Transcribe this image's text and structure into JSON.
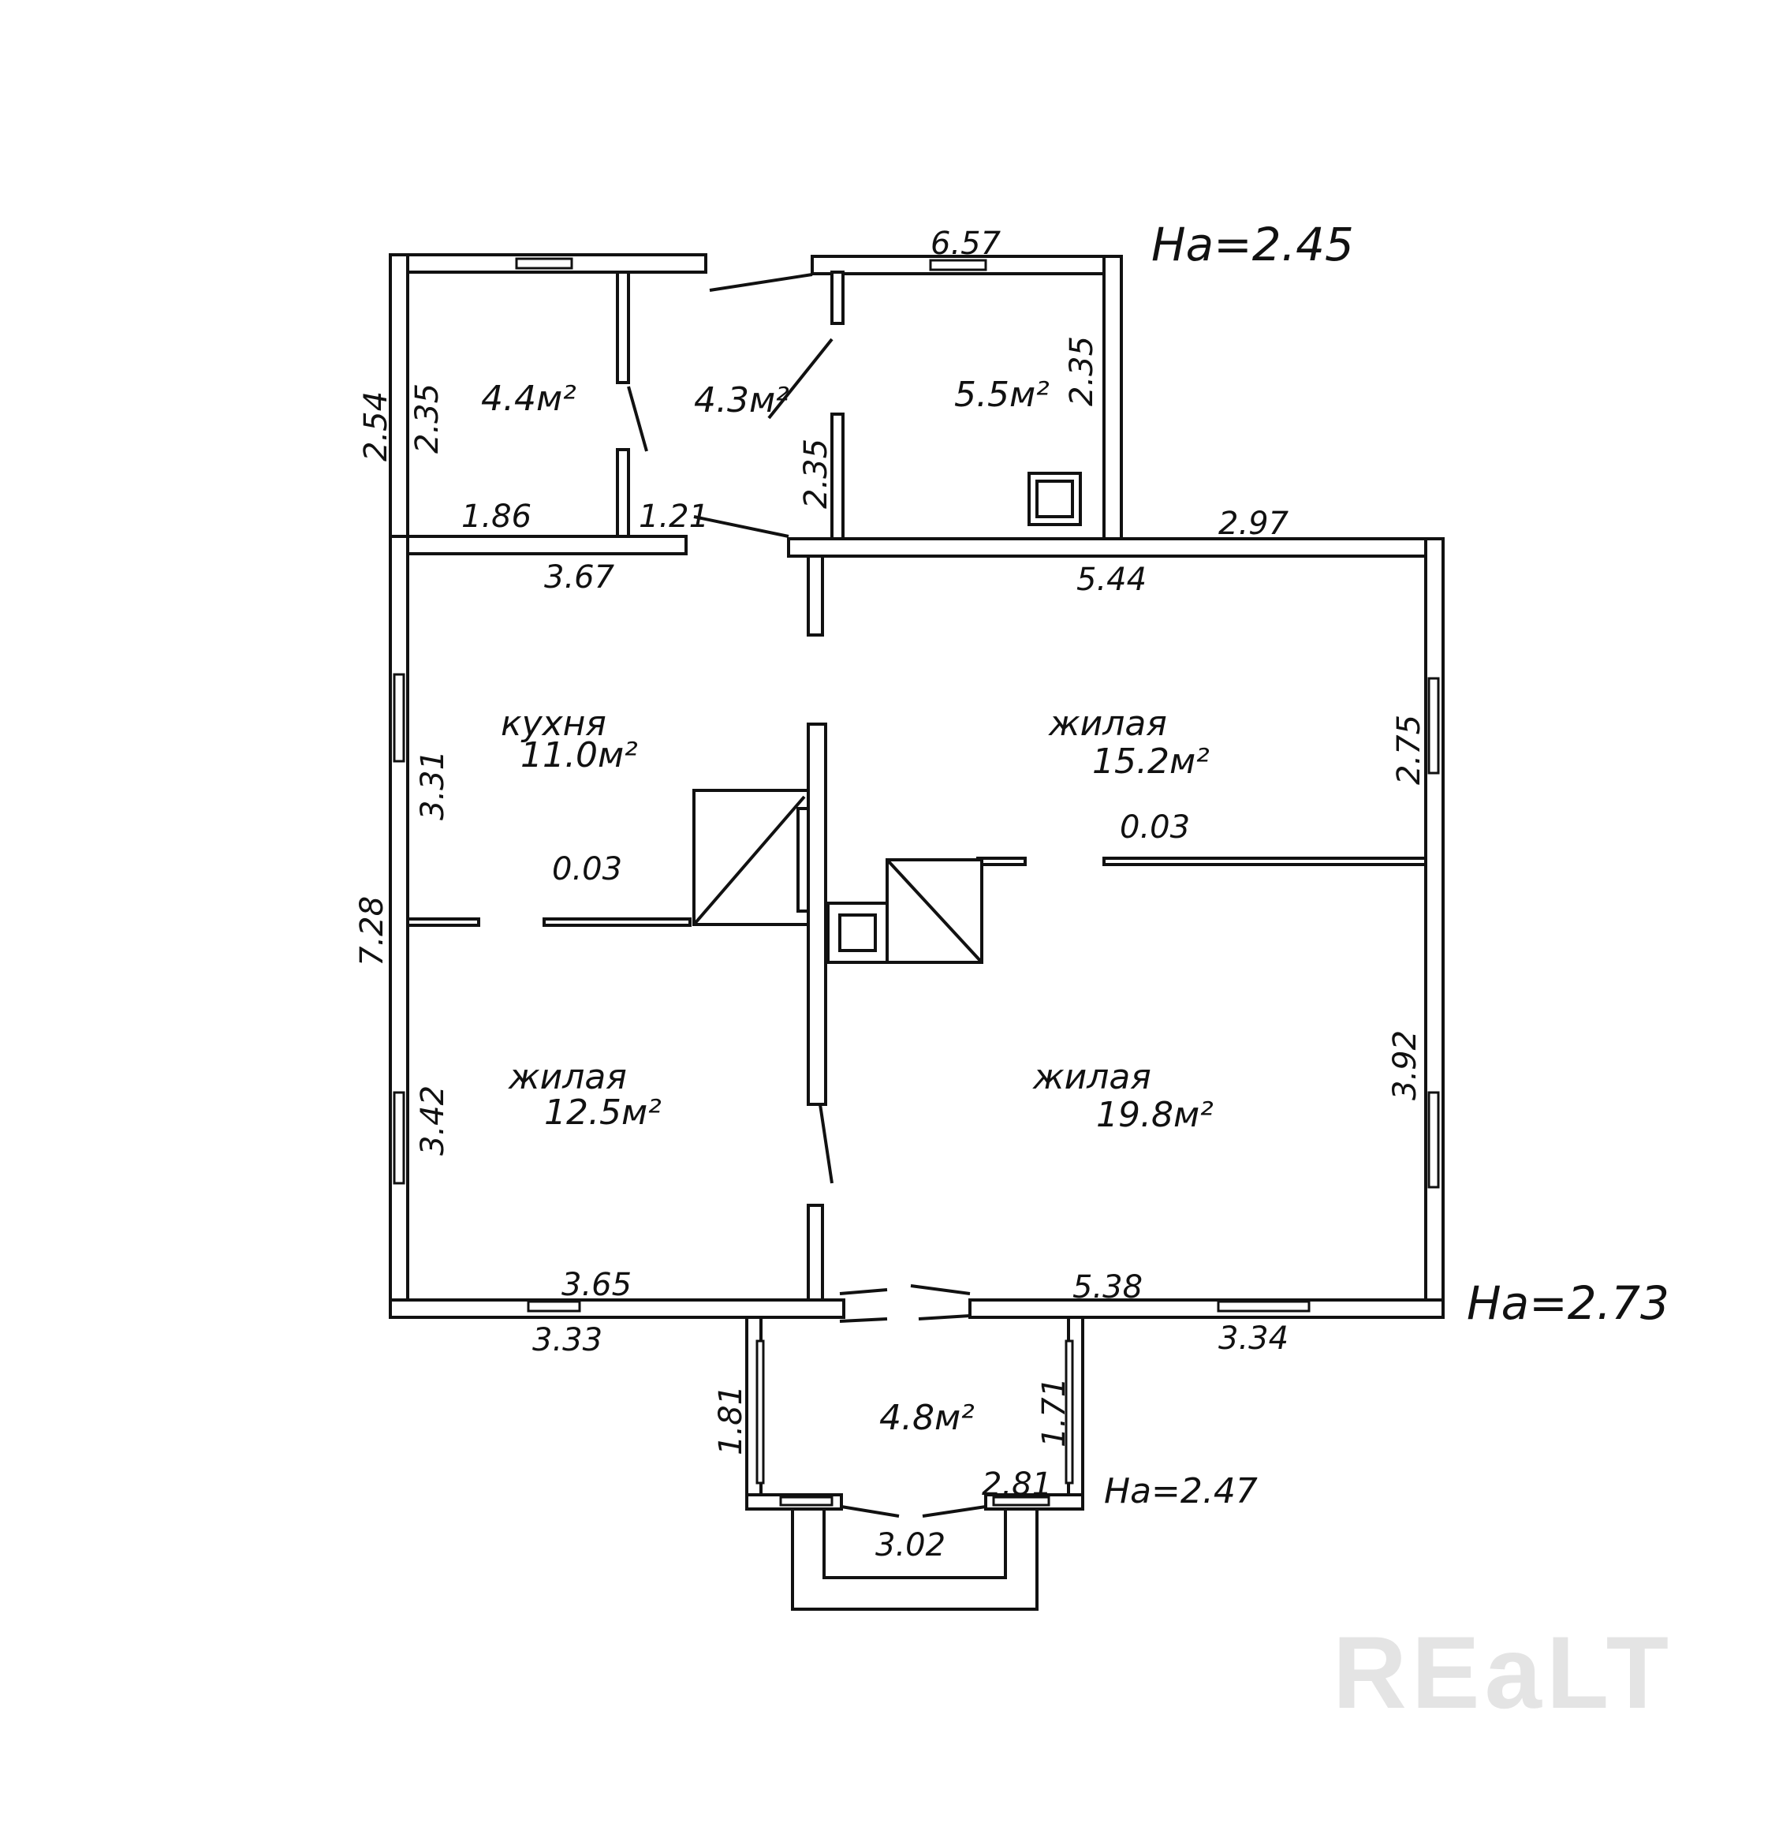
{
  "rooms": {
    "r_44": "4.4м²",
    "r_43": "4.3м²",
    "r_55": "5.5м²",
    "kitchen_name": "кухня",
    "kitchen_area": "11.0м²",
    "liv152_name": "жилая",
    "liv152_area": "15.2м²",
    "liv125_name": "жилая",
    "liv125_area": "12.5м²",
    "liv198_name": "жилая",
    "liv198_area": "19.8м²",
    "porch_area": "4.8м²"
  },
  "heights": {
    "top": "Hа=2.45",
    "main": "Hа=2.73",
    "porch": "Hа=2.47"
  },
  "dims": {
    "d657": "6.57",
    "d254": "2.54",
    "d235a": "2.35",
    "d235b": "2.35",
    "d235c": "2.35",
    "d186": "1.86",
    "d121": "1.21",
    "d297": "2.97",
    "d367": "3.67",
    "d544": "5.44",
    "d331": "3.31",
    "d275": "2.75",
    "d003a": "0.03",
    "d003b": "0.03",
    "d728": "7.28",
    "d342": "3.42",
    "d392": "3.92",
    "d365": "3.65",
    "d538": "5.38",
    "d333": "3.33",
    "d334": "3.34",
    "d181": "1.81",
    "d171": "1.71",
    "d281": "2.81",
    "d302": "3.02"
  },
  "watermark": "REaLT"
}
